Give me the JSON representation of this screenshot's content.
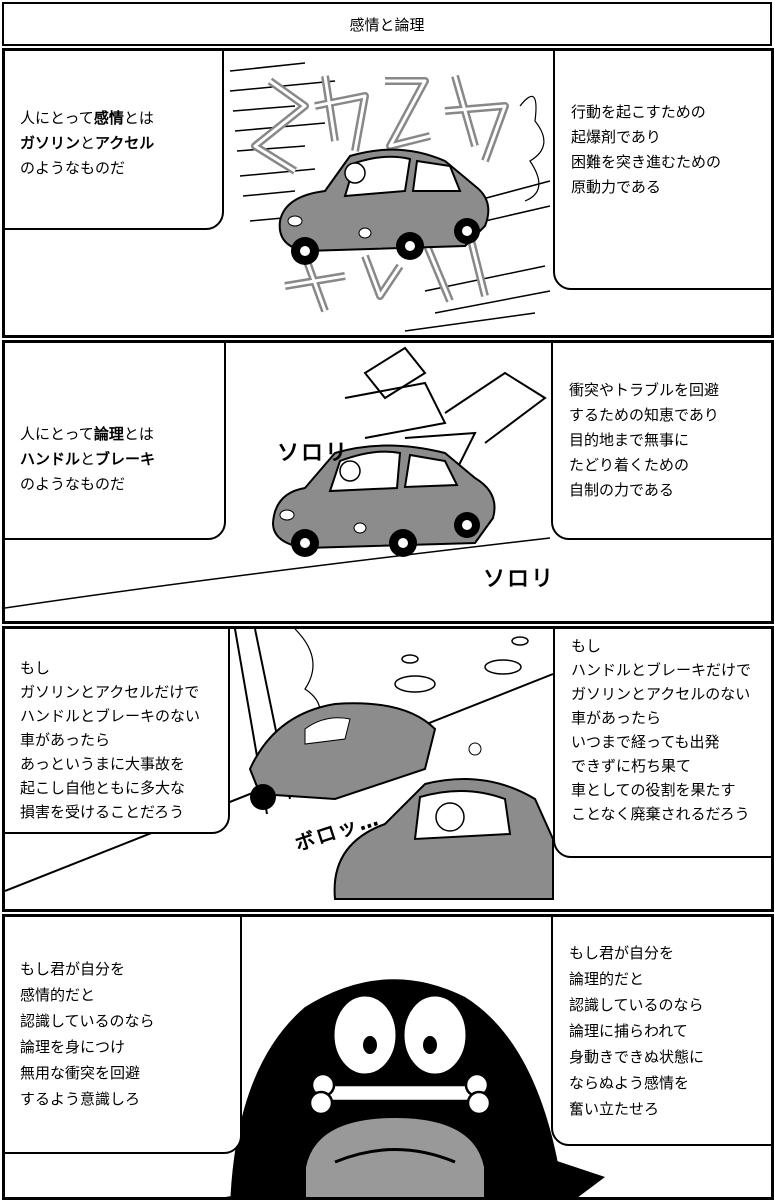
{
  "title": "感情と論理",
  "panel1": {
    "left": {
      "line1_pre": "人にとって",
      "line1_bold": "感情",
      "line1_post": "とは",
      "line2_bold1": "ガソリン",
      "line2_mid": "と",
      "line2_bold2": "アクセル",
      "line3": "のようなものだ"
    },
    "right": [
      "行動を起こすための",
      "起爆剤であり",
      "困難を突き進むための",
      "原動力である"
    ]
  },
  "panel2": {
    "left": {
      "line1_pre": "人にとって",
      "line1_bold": "論理",
      "line1_post": "とは",
      "line2_bold1": "ハンドル",
      "line2_mid": "と",
      "line2_bold2": "ブレーキ",
      "line3": "のようなものだ"
    },
    "right": [
      "衝突やトラブルを回避",
      "するための知恵であり",
      "目的地まで無事に",
      "たどり着くための",
      "自制の力である"
    ],
    "sfx1": "ソロリ",
    "sfx2": "ソロリ"
  },
  "panel3": {
    "left": [
      "もし",
      "ガソリンとアクセルだけで",
      "ハンドルとブレーキのない",
      "車があったら",
      "あっというまに大事故を",
      "起こし自他ともに多大な",
      "損害を受けることだろう"
    ],
    "right": [
      "もし",
      "ハンドルとブレーキだけで",
      "ガソリンとアクセルのない",
      "車があったら",
      "いつまで経っても出発",
      "できずに朽ち果て",
      "車としての役割を果たす",
      "ことなく廃棄されるだろう"
    ],
    "sfx": "ボロッ…"
  },
  "panel4": {
    "left": [
      "もし君が自分を",
      "感情的だと",
      "認識しているのなら",
      "論理を身につけ",
      "無用な衝突を回避",
      "するよう意識しろ"
    ],
    "right": [
      "もし君が自分を",
      "論理的だと",
      "認識しているのなら",
      "論理に捕らわれて",
      "身動きできぬ状態に",
      "ならぬよう感情を",
      "奮い立たせろ"
    ]
  },
  "colors": {
    "car": "#8c8c8c",
    "ink": "#000000",
    "paper": "#ffffff",
    "sfx_outline": "#888888"
  }
}
